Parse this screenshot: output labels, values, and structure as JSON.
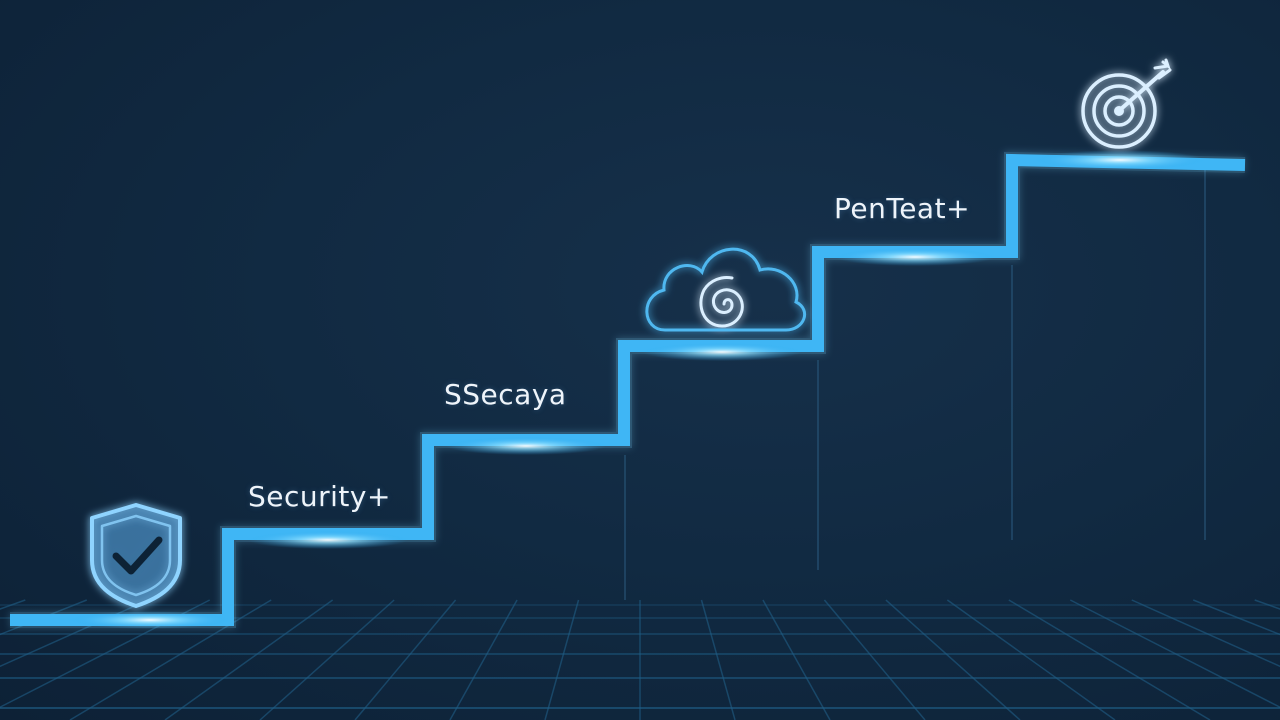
{
  "colors": {
    "background": "#10243a",
    "stair_stroke": "#3fb6f5",
    "stair_glow": "#7fd8ff",
    "icon_stroke": "#8fd4ff",
    "grid_line": "#1f5e86",
    "label_text": "#eef4fa"
  },
  "steps": [
    {
      "label": "",
      "icon": "shield-check-icon"
    },
    {
      "label": "Security+",
      "icon": ""
    },
    {
      "label": "SSecaya",
      "icon": ""
    },
    {
      "label": "",
      "icon": "cloud-spiral-icon"
    },
    {
      "label": "PenTeat+",
      "icon": ""
    },
    {
      "label": "",
      "icon": "target-arrow-icon"
    }
  ]
}
